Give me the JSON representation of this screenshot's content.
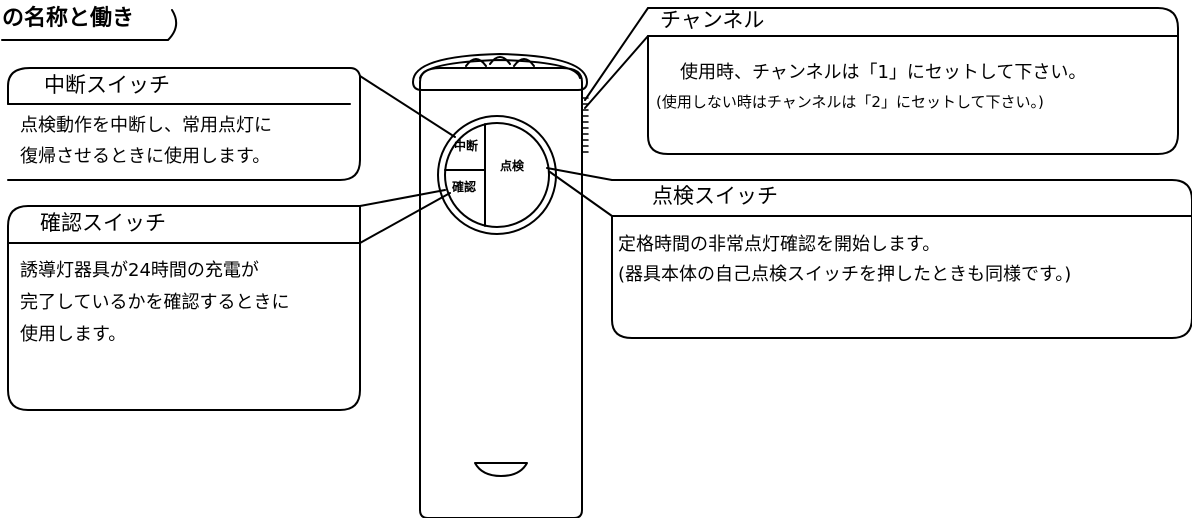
{
  "title": "の名称と働き",
  "remote": {
    "buttons": {
      "chudan": "中断",
      "kakunin": "確認",
      "tenken": "点検"
    }
  },
  "callouts": {
    "chudan_switch": {
      "title": "中断スイッチ",
      "lines": [
        "点検動作を中断し、常用点灯に",
        "復帰させるときに使用します。"
      ]
    },
    "kakunin_switch": {
      "title": "確認スイッチ",
      "lines": [
        "誘導灯器具が24時間の充電が",
        "完了しているかを確認するときに",
        "使用します。"
      ]
    },
    "channel": {
      "title": "チャンネル",
      "lines": [
        "使用時、チャンネルは「1」にセットして下さい。",
        "(使用しない時はチャンネルは「2」にセットして下さい。)"
      ]
    },
    "tenken_switch": {
      "title": "点検スイッチ",
      "lines": [
        "定格時間の非常点灯確認を開始します。",
        "(器具本体の自己点検スイッチを押したときも同様です。)"
      ]
    }
  }
}
